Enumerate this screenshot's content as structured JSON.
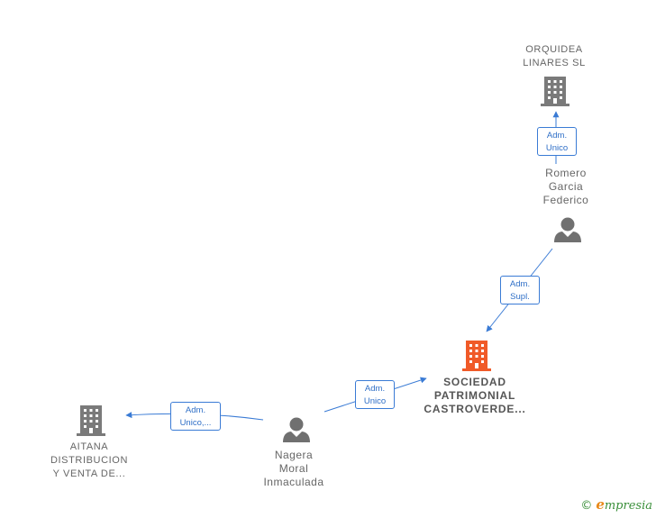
{
  "nodes": {
    "orquidea": {
      "lines": [
        "ORQUIDEA",
        "LINARES  SL"
      ]
    },
    "romero": {
      "lines": [
        "Romero",
        "Garcia",
        "Federico"
      ]
    },
    "sociedad": {
      "lines": [
        "SOCIEDAD",
        "PATRIMONIAL",
        "CASTROVERDE..."
      ]
    },
    "nagera": {
      "lines": [
        "Nagera",
        "Moral",
        "Inmaculada"
      ]
    },
    "aitana": {
      "lines": [
        "AITANA",
        "DISTRIBUCION",
        "Y VENTA DE..."
      ]
    }
  },
  "edges": {
    "romero_to_orquidea": {
      "lines": [
        "Adm.",
        "Unico"
      ]
    },
    "romero_to_sociedad": {
      "lines": [
        "Adm.",
        "Supl."
      ]
    },
    "nagera_to_sociedad": {
      "lines": [
        "Adm.",
        "Unico"
      ]
    },
    "nagera_to_aitana": {
      "lines": [
        "Adm.",
        "Unico,..."
      ]
    }
  },
  "colors": {
    "company_gray": "#7a7a7a",
    "company_focus": "#f05a28",
    "person_gray": "#707070",
    "edge_blue": "#3a7bd5"
  },
  "watermark": {
    "copyright": "©",
    "e_letter": "e",
    "brand_rest": "mpresia"
  }
}
